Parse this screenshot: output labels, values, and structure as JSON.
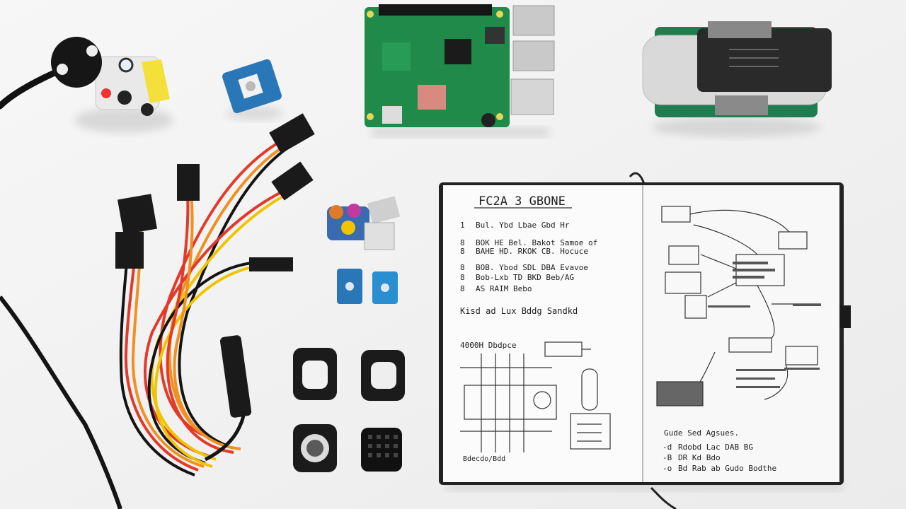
{
  "photo": {
    "background": "#f1f1f1",
    "shadow": "#dcdcdc"
  },
  "notebook": {
    "left_page": {
      "title": "FC2A 3 GBONE",
      "list": [
        {
          "marker": "1",
          "text": "Bul. Ybd Lbae Gbd Hr"
        },
        {
          "marker": "8",
          "text": "BOK HE Bel. Bakot Samoe of"
        },
        {
          "marker": "8",
          "text": "BAHE HD. RKOK CB. Hocuce"
        },
        {
          "marker": "8",
          "text": "BOB. Ybod SDL DBA Evavoe"
        },
        {
          "marker": "8",
          "text": "Bob-Lxb TD BKD Beb/AG"
        },
        {
          "marker": "8",
          "text": "AS RAIM Bebo"
        }
      ],
      "note": "Kisd ad Lux Bddg Sandkd",
      "diagram_label": "4000H Dbdpce",
      "footer": "Bdecdo/Bdd"
    },
    "right_page": {
      "list_heading": "Gude Sed Agsues.",
      "list": [
        {
          "marker": "-d",
          "text": "Rdobd Lac DAB BG"
        },
        {
          "marker": "-B",
          "text": "DR Kd Bdo"
        },
        {
          "marker": "-o",
          "text": "Bd Rab ab Gudo Bodthe"
        }
      ]
    }
  },
  "colors": {
    "pcb_green": "#1f8a4a",
    "wire_red": "#e23a2a",
    "wire_orange": "#f09020",
    "wire_yellow": "#f1c400",
    "connector_black": "#1a1a1a",
    "module_blue": "#2a77b8",
    "sensor_yellow": "#f4e03a"
  }
}
